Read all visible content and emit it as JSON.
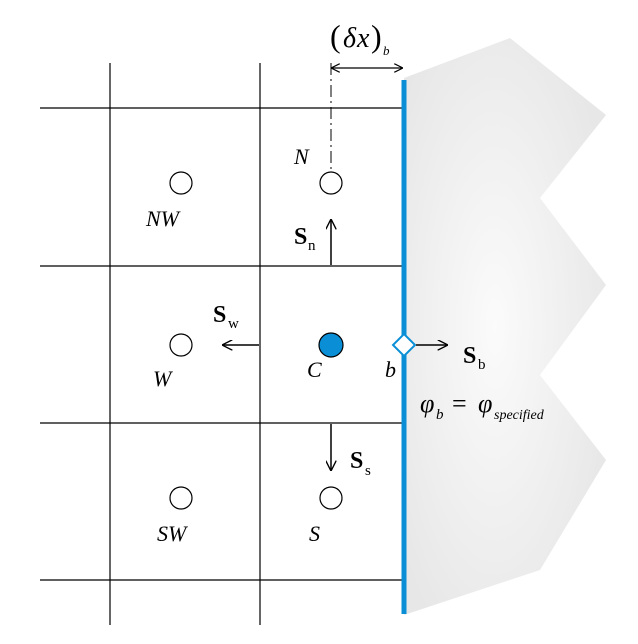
{
  "colors": {
    "boundary": "#0a8fd6",
    "node_fill_c": "#0a8fd6",
    "line": "#000000",
    "shade": "#eeeeee"
  },
  "labels": {
    "dx_delta": "δ",
    "dx_x": "x",
    "dx_sub": "b",
    "N": "N",
    "NW": "NW",
    "W": "W",
    "C": "C",
    "SW": "SW",
    "S": "S",
    "b": "b",
    "Sn_S": "S",
    "Sn_sub": "n",
    "Sw_S": "S",
    "Sw_sub": "w",
    "Ss_S": "S",
    "Ss_sub": "s",
    "Sb_S": "S",
    "Sb_sub": "b",
    "phi": "φ",
    "phi_b_sub": "b",
    "equals": "=",
    "phi_spec_sub": "specified"
  }
}
